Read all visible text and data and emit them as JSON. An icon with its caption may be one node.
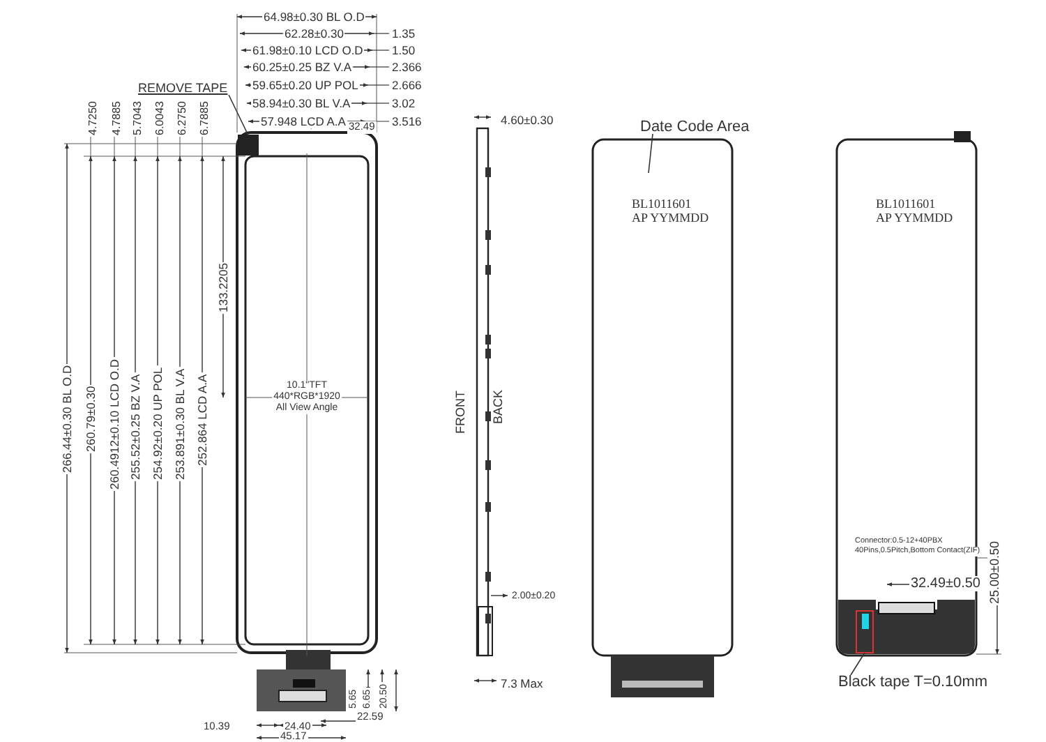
{
  "diagram": {
    "nodes": [
      {
        "text": [
          "REMOVE TAPE"
        ]
      },
      {
        "text": [],
        "shape": "box"
      },
      {
        "text": [
          "Date Code Area"
        ]
      },
      {
        "text": [
          "Black tape T=0.10mm"
        ]
      },
      {
        "text": [],
        "shape": "box"
      }
    ],
    "edges": [
      {
        "from": 0,
        "to": 1,
        "arrow": "none"
      },
      {
        "from": 2,
        "to": null,
        "arrow": "none"
      },
      {
        "from": 3,
        "to": 4,
        "arrow": "none"
      }
    ],
    "labels": [
      "64.98±0.30 BL O.D",
      "62.28±0.30",
      "1.35",
      "61.98±0.10 LCD O.D",
      "1.50",
      "60.25±0.25 BZ V.A",
      "2.366",
      "59.65±0.20 UP POL",
      "2.666",
      "58.94±0.30 BL V.A",
      "3.02",
      "57.948 LCD A.A",
      "3.516",
      "32.49",
      "4.7250",
      "4.7885",
      "5.7043",
      "6.0043",
      "6.2750",
      "6.7885",
      "266.44±0.30 BL O.D",
      "260.79±0.30",
      "260.4912±0.10 LCD O.D",
      "255.52±0.25 BZ V.A",
      "254.92±0.20 UP POL",
      "253.891±0.30 BL V.A",
      "252.864 LCD A.A",
      "133.2205",
      "10.1\"TFT",
      "440*RGB*1920",
      "All View Angle",
      "5.65",
      "6.65",
      "20.50",
      "22.59",
      "10.39",
      "24.40",
      "45.17",
      "4.60±0.30",
      "FRONT",
      "BACK",
      "2.00±0.20",
      "7.3 Max",
      "BL1011601",
      "AP YYMMDD",
      "BL1011601",
      "AP YYMMDD",
      "Connector:0.5-12+40PBX",
      "40Pins,0.5Pitch,Bottom Contact(ZIF)",
      "32.49±0.50",
      "25.00±0.50"
    ]
  }
}
